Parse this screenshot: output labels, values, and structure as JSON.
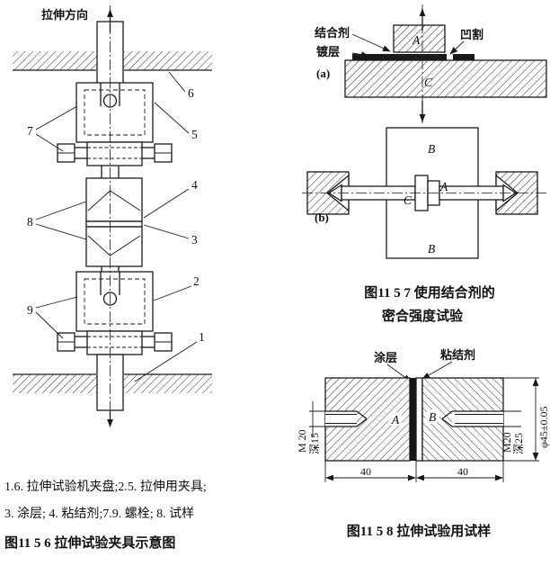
{
  "figure_fixture": {
    "direction_label": "拉伸方向",
    "callouts": {
      "n1": "1",
      "n2": "2",
      "n3": "3",
      "n4": "4",
      "n5": "5",
      "n6": "6",
      "n7": "7",
      "n8": "8",
      "n9": "9"
    },
    "legend_line1": "1.6. 拉伸试验机夹盘;2.5. 拉伸用夹具;",
    "legend_line2": "3. 涂层; 4. 粘结剂;7.9. 螺栓; 8. 试样",
    "caption": "图11 5 6  拉伸试验夹具示意图"
  },
  "figure_bond_test": {
    "label_bonding_agent": "结合剂",
    "label_undercut": "凹割",
    "label_plating": "镀层",
    "part_a_label": "(a)",
    "part_b_label": "(b)",
    "letter_A": "A",
    "letter_C": "C",
    "letter_B_top": "B",
    "letter_B_bottom": "B",
    "letter_C_b": "C",
    "letter_A_b": "A",
    "caption_line1": "图11 5 7  使用结合剂的",
    "caption_line2": "密合强度试验"
  },
  "figure_specimen": {
    "label_coating": "涂层",
    "label_adhesive": "粘结剂",
    "letter_A": "A",
    "letter_B": "B",
    "dim_thread_left": "M 20",
    "dim_depth_left": "深15",
    "dim_thread_right": "M20",
    "dim_depth_right": "深25",
    "dim_diameter": "φ45±0.05",
    "dim_width_left": "40",
    "dim_width_right": "40",
    "caption": "图11 5 8  拉伸试验用试样"
  }
}
